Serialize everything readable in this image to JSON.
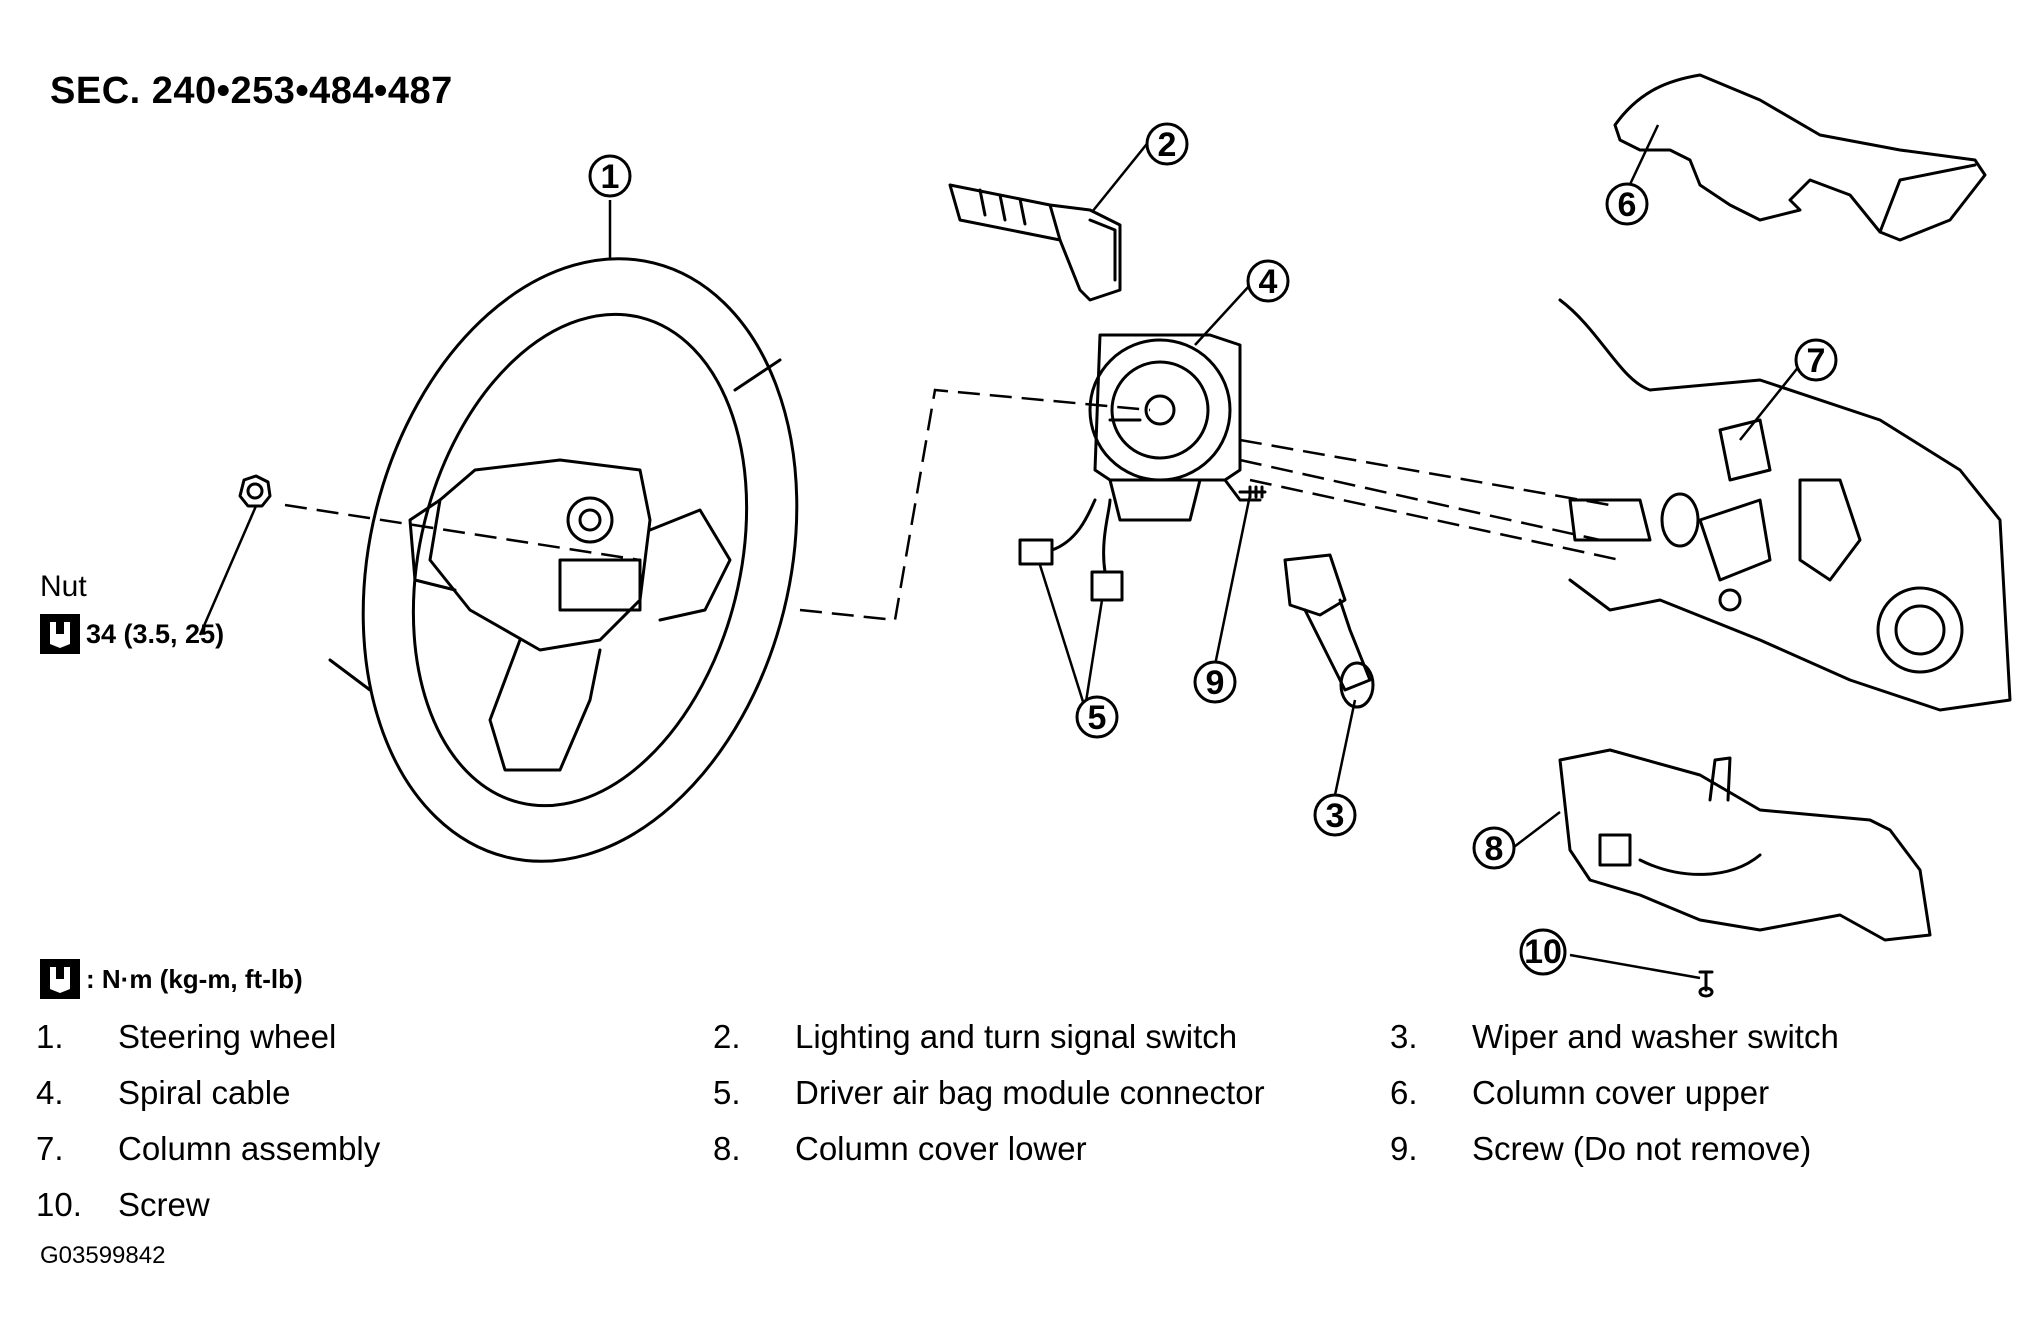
{
  "header": {
    "section": "SEC. 240•253•484•487"
  },
  "callouts": [
    "1",
    "2",
    "3",
    "4",
    "5",
    "6",
    "7",
    "8",
    "9",
    "10"
  ],
  "nut": {
    "label": "Nut",
    "torque": "34 (3.5, 25)"
  },
  "units_note": ": N·m (kg-m, ft-lb)",
  "legend": [
    {
      "num": "1.",
      "label": "Steering wheel"
    },
    {
      "num": "2.",
      "label": "Lighting and turn signal switch"
    },
    {
      "num": "3.",
      "label": "Wiper and washer switch"
    },
    {
      "num": "4.",
      "label": "Spiral cable"
    },
    {
      "num": "5.",
      "label": "Driver air bag module connector"
    },
    {
      "num": "6.",
      "label": "Column cover upper"
    },
    {
      "num": "7.",
      "label": "Column assembly"
    },
    {
      "num": "8.",
      "label": "Column cover lower"
    },
    {
      "num": "9.",
      "label": "Screw (Do not remove)"
    },
    {
      "num": "10.",
      "label": "Screw"
    }
  ],
  "figure_code": "G03599842"
}
